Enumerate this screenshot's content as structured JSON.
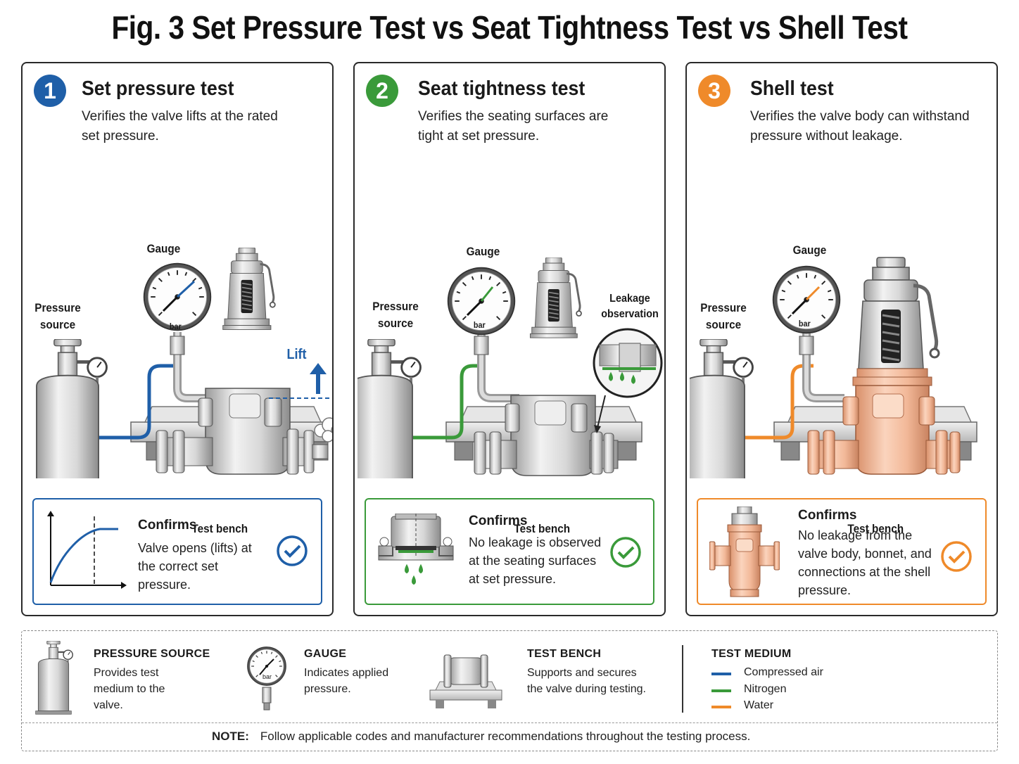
{
  "title": "Fig. 3  Set Pressure Test vs Seat Tightness Test vs Shell Test",
  "colors": {
    "blue": "#1f5fa8",
    "green": "#3a9a3a",
    "orange": "#ef8a2a",
    "copper": "#f2b898"
  },
  "panels": [
    {
      "number": "1",
      "title": "Set pressure test",
      "desc": "Verifies the valve lifts at the rated set pressure.",
      "labels": {
        "gauge": "Gauge",
        "gauge_unit": "bar",
        "source": "Pressure source",
        "bench": "Test bench",
        "extra": "Lift"
      },
      "confirm_title": "Confirms",
      "confirm_text": "Valve opens (lifts) at the correct set pressure."
    },
    {
      "number": "2",
      "title": "Seat tightness test",
      "desc": "Verifies the seating surfaces are tight at set pressure.",
      "labels": {
        "gauge": "Gauge",
        "gauge_unit": "bar",
        "source": "Pressure source",
        "bench": "Test bench",
        "extra": "Leakage observation"
      },
      "confirm_title": "Confirms",
      "confirm_text": "No leakage is observed at the seating surfaces at set pressure."
    },
    {
      "number": "3",
      "title": "Shell test",
      "desc": "Verifies the valve body can withstand pressure without leakage.",
      "labels": {
        "gauge": "Gauge",
        "gauge_unit": "bar",
        "source": "Pressure source",
        "bench": "Test bench"
      },
      "confirm_title": "Confirms",
      "confirm_text": "No leakage from the valve body, bonnet, and connections at the shell pressure."
    }
  ],
  "legend": {
    "items": [
      {
        "heading": "PRESSURE SOURCE",
        "text": "Provides test medium to the valve."
      },
      {
        "heading": "GAUGE",
        "text": "Indicates applied pressure.",
        "gauge_unit": "bar"
      },
      {
        "heading": "TEST BENCH",
        "text": "Supports and secures the valve during testing."
      }
    ],
    "medium_heading": "TEST MEDIUM",
    "mediums": [
      {
        "name": "Compressed air",
        "color": "#1f5fa8"
      },
      {
        "name": "Nitrogen",
        "color": "#3a9a3a"
      },
      {
        "name": "Water",
        "color": "#ef8a2a"
      }
    ]
  },
  "note": {
    "label": "NOTE:",
    "text": "Follow applicable codes and manufacturer recommendations throughout the testing process."
  }
}
